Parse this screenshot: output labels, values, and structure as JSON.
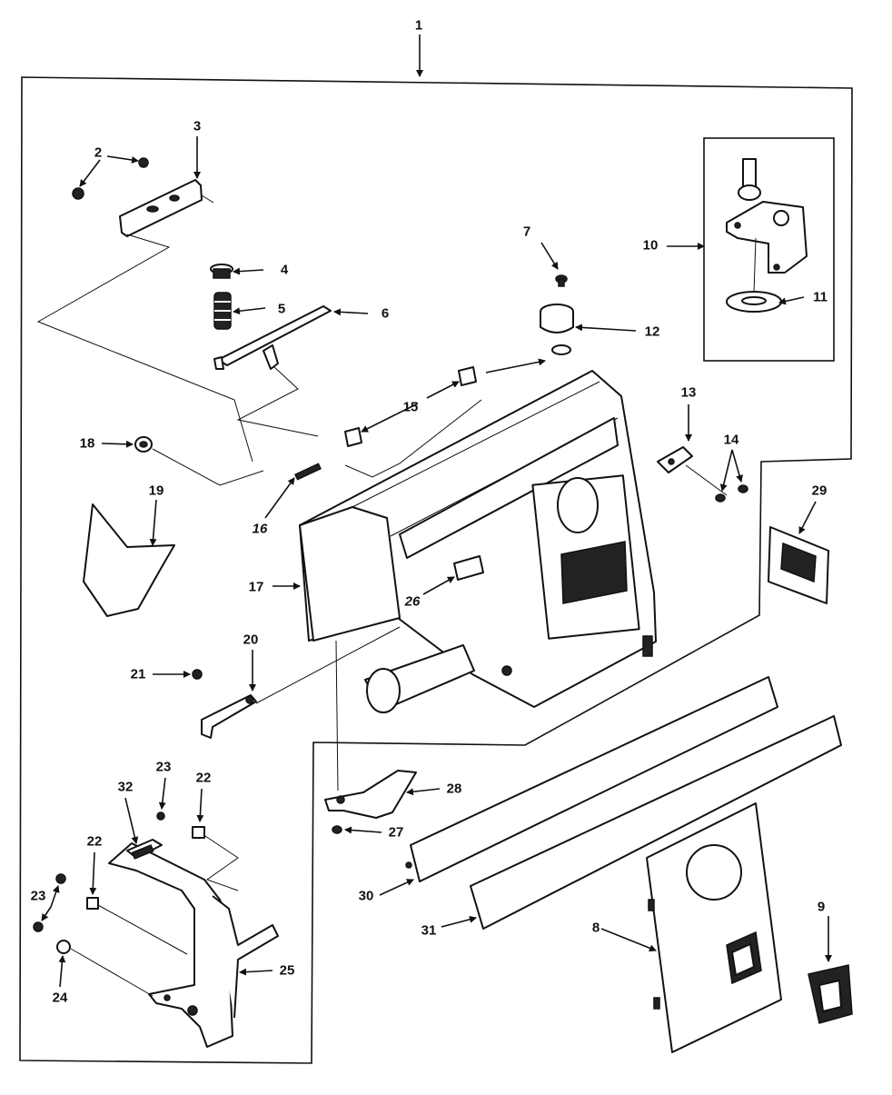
{
  "diagram": {
    "callouts": [
      {
        "id": "1",
        "text": "1"
      },
      {
        "id": "2",
        "text": "2"
      },
      {
        "id": "3",
        "text": "3"
      },
      {
        "id": "4",
        "text": "4"
      },
      {
        "id": "5",
        "text": "5"
      },
      {
        "id": "6",
        "text": "6"
      },
      {
        "id": "7",
        "text": "7"
      },
      {
        "id": "8",
        "text": "8"
      },
      {
        "id": "9",
        "text": "9"
      },
      {
        "id": "10",
        "text": "10"
      },
      {
        "id": "11",
        "text": "11"
      },
      {
        "id": "12",
        "text": "12"
      },
      {
        "id": "13",
        "text": "13"
      },
      {
        "id": "14",
        "text": "14"
      },
      {
        "id": "15",
        "text": "15"
      },
      {
        "id": "16",
        "text": "16"
      },
      {
        "id": "17",
        "text": "17"
      },
      {
        "id": "18",
        "text": "18"
      },
      {
        "id": "19",
        "text": "19"
      },
      {
        "id": "20",
        "text": "20"
      },
      {
        "id": "21",
        "text": "21"
      },
      {
        "id": "22a",
        "text": "22"
      },
      {
        "id": "22b",
        "text": "22"
      },
      {
        "id": "23a",
        "text": "23"
      },
      {
        "id": "23b",
        "text": "23"
      },
      {
        "id": "24",
        "text": "24"
      },
      {
        "id": "25",
        "text": "25"
      },
      {
        "id": "26",
        "text": "26"
      },
      {
        "id": "27",
        "text": "27"
      },
      {
        "id": "28",
        "text": "28"
      },
      {
        "id": "29",
        "text": "29"
      },
      {
        "id": "30",
        "text": "30"
      },
      {
        "id": "31",
        "text": "31"
      },
      {
        "id": "32",
        "text": "32"
      }
    ],
    "colors": {
      "ink": "#111111",
      "paper": "#ffffff"
    }
  }
}
